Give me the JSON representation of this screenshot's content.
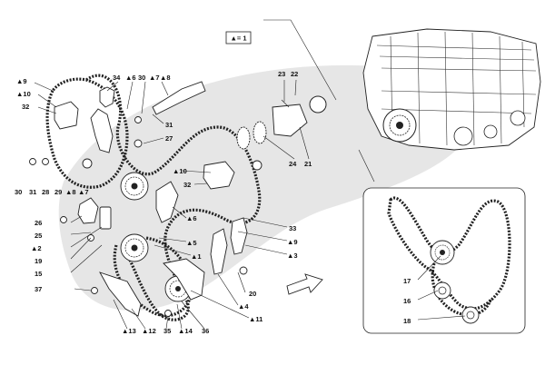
{
  "legend": {
    "symbol": "▲",
    "text": "= 1"
  },
  "callouts": [
    {
      "id": "c9",
      "text": "▲9"
    },
    {
      "id": "c10",
      "text": "▲10"
    },
    {
      "id": "c32a",
      "text": "32"
    },
    {
      "id": "c34",
      "text": "34"
    },
    {
      "id": "c6a",
      "text": "▲6"
    },
    {
      "id": "c30a",
      "text": "30"
    },
    {
      "id": "c7a",
      "text": "▲7"
    },
    {
      "id": "c8a",
      "text": "▲8"
    },
    {
      "id": "c31a",
      "text": "31"
    },
    {
      "id": "c27",
      "text": "27"
    },
    {
      "id": "c23",
      "text": "23"
    },
    {
      "id": "c22",
      "text": "22"
    },
    {
      "id": "c24",
      "text": "24"
    },
    {
      "id": "c21",
      "text": "21"
    },
    {
      "id": "c30b",
      "text": "30"
    },
    {
      "id": "c31b",
      "text": "31"
    },
    {
      "id": "c28",
      "text": "28"
    },
    {
      "id": "c29",
      "text": "29"
    },
    {
      "id": "c8b",
      "text": "▲8"
    },
    {
      "id": "c7b",
      "text": "▲7"
    },
    {
      "id": "c10b",
      "text": "▲10"
    },
    {
      "id": "c32b",
      "text": "32"
    },
    {
      "id": "c26",
      "text": "26"
    },
    {
      "id": "c25",
      "text": "25"
    },
    {
      "id": "c2",
      "text": "▲2"
    },
    {
      "id": "c19",
      "text": "19"
    },
    {
      "id": "c15",
      "text": "15"
    },
    {
      "id": "c37",
      "text": "37"
    },
    {
      "id": "c6b",
      "text": "▲6"
    },
    {
      "id": "c5",
      "text": "▲5"
    },
    {
      "id": "c1",
      "text": "▲1"
    },
    {
      "id": "c33",
      "text": "33"
    },
    {
      "id": "c9b",
      "text": "▲9"
    },
    {
      "id": "c3",
      "text": "▲3"
    },
    {
      "id": "c20",
      "text": "20"
    },
    {
      "id": "c4",
      "text": "▲4"
    },
    {
      "id": "c11",
      "text": "▲11"
    },
    {
      "id": "c13",
      "text": "▲13"
    },
    {
      "id": "c12",
      "text": "▲12"
    },
    {
      "id": "c35",
      "text": "35"
    },
    {
      "id": "c14",
      "text": "▲14"
    },
    {
      "id": "c36",
      "text": "36"
    },
    {
      "id": "c17",
      "text": "17"
    },
    {
      "id": "c16",
      "text": "16"
    },
    {
      "id": "c18",
      "text": "18"
    }
  ],
  "icons": [
    "engine-icon",
    "arrow-icon"
  ],
  "colors": {
    "background": "#ffffff",
    "swoosh": "#e6e6e6",
    "ink": "#222222"
  }
}
